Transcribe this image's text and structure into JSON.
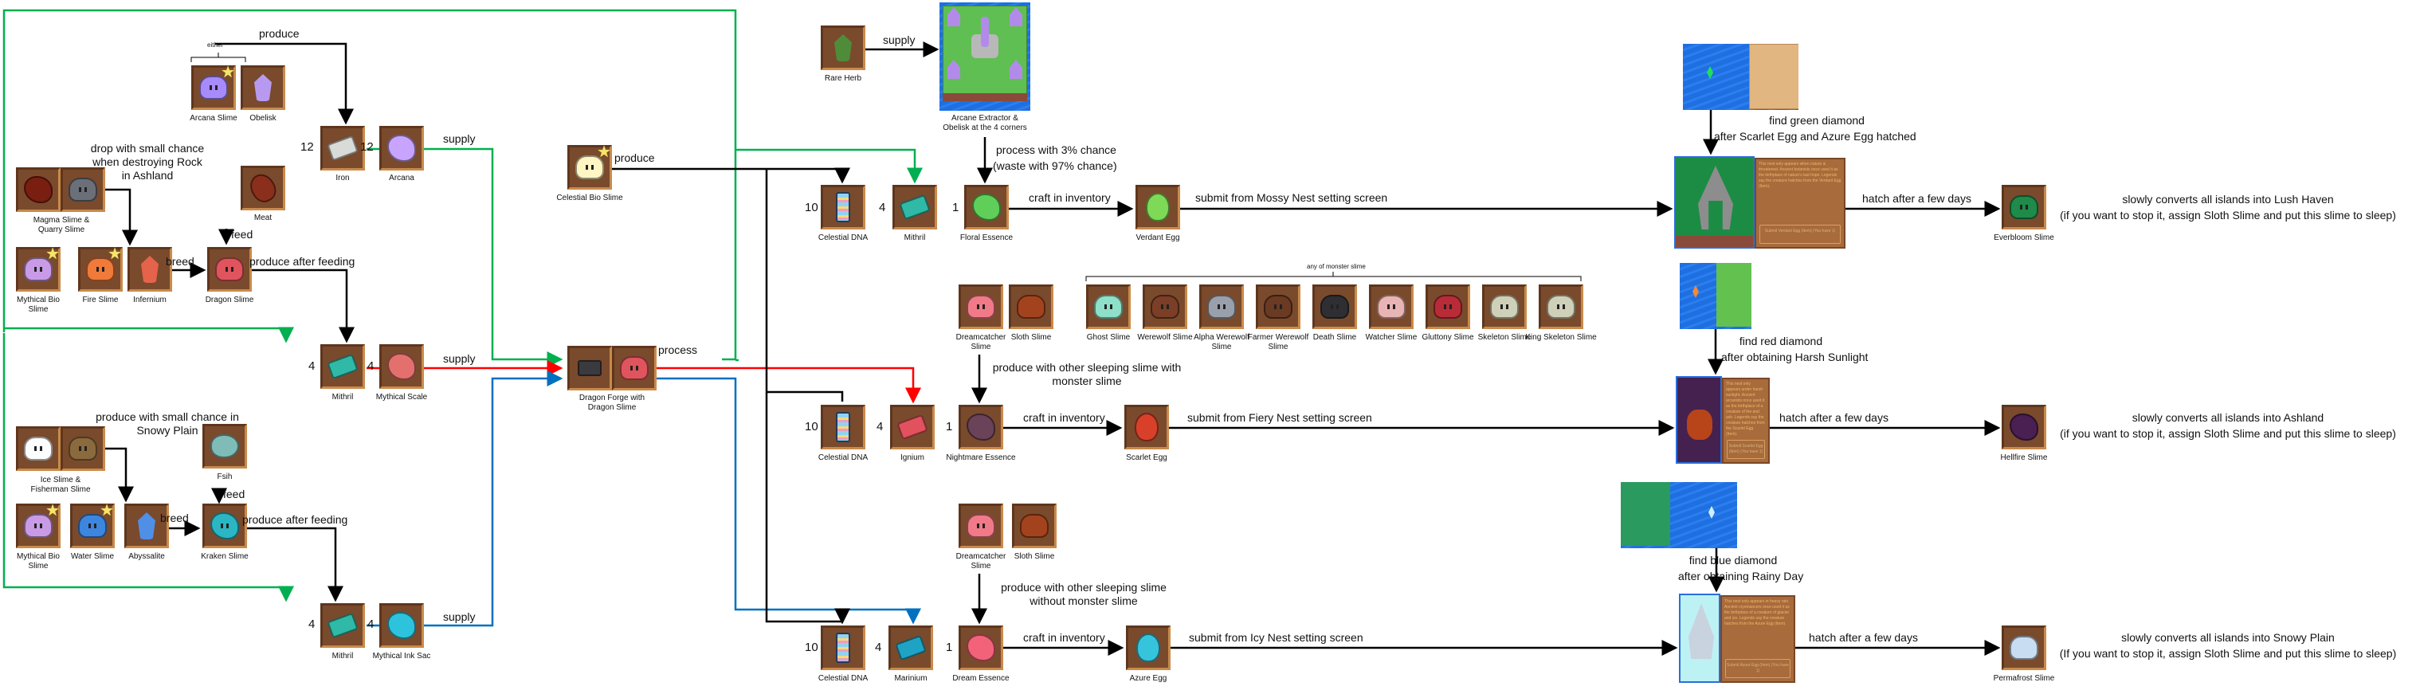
{
  "colors": {
    "tile_bg": "#7a4a2c",
    "line_black": "#000000",
    "line_green": "#00b050",
    "line_red": "#ff0000",
    "line_blue": "#0070c0"
  },
  "left": {
    "either_label": "either",
    "produce_label": "produce",
    "arcana_slime": "Arcana Slime",
    "obelisk": "Obelisk",
    "iron": {
      "qty": "12",
      "name": "Iron"
    },
    "arcana": {
      "qty": "12",
      "name": "Arcana"
    },
    "supply_arcana": "supply",
    "drop_note": "drop with small chance when destroying Rock in Ashland",
    "magma_quarry": "Magma Slime & Quarry Slime",
    "meat": "Meat",
    "feed1": "feed",
    "mythical_bio_1": "Mythical Bio Slime",
    "fire_slime": "Fire Slime",
    "infernium": "Infernium",
    "breed1": "breed",
    "dragon_slime": "Dragon Slime",
    "produce_after_feeding_1": "produce after feeding",
    "mithril_1": {
      "qty": "4",
      "name": "Mithril"
    },
    "mythical_scale": {
      "qty": "4",
      "name": "Mythical Scale"
    },
    "supply_scale": "supply",
    "snowy_note": "produce with small chance in Snowy Plain",
    "ice_fisherman": "Ice Slime & Fisherman Slime",
    "fish": "Fsih",
    "feed2": "feed",
    "mythical_bio_2": "Mythical Bio Slime",
    "water_slime": "Water Slime",
    "abyssalite": "Abyssalite",
    "breed2": "breed",
    "kraken_slime": "Kraken Slime",
    "produce_after_feeding_2": "produce after feeding",
    "mithril_2": {
      "qty": "4",
      "name": "Mithril"
    },
    "ink_sac": {
      "qty": "4",
      "name": "Mythical Ink Sac"
    },
    "supply_ink": "supply"
  },
  "middle": {
    "celestial_bio_slime": "Celestial Bio Slime",
    "produce_celestial": "produce",
    "dragon_forge": "Dragon Forge with Dragon Slime",
    "process": "process"
  },
  "rows": [
    {
      "id": "green",
      "dna": {
        "qty": "10",
        "name": "Celestial DNA"
      },
      "metal": {
        "qty": "4",
        "name": "Mithril"
      },
      "essence": {
        "qty": "1",
        "name": "Floral Essence"
      },
      "craft": "craft in inventory",
      "egg": "Verdant Egg",
      "submit": "submit from Mossy Nest setting screen",
      "find": "find green diamond",
      "find_cond": "after Scarlet Egg and Azure Egg hatched",
      "nest_text": "This nest only appears when nature is threatened. Ancient botanists once used it as the birthplace of nature's last hope. Legends say the creature hatches from the Verdant Egg (Item).",
      "nest_submit": "Submit Verdant Egg (Item) (You have 1)",
      "hatch": "hatch after a few days",
      "result": "Everbloom Slime",
      "effect": "slowly converts all islands into Lush Haven",
      "effect_note": "(if you want to stop it, assign Sloth Slime and put this slime to sleep)"
    },
    {
      "id": "red",
      "dna": {
        "qty": "10",
        "name": "Celestial DNA"
      },
      "metal": {
        "qty": "4",
        "name": "Ignium"
      },
      "essence": {
        "qty": "1",
        "name": "Nightmare Essence"
      },
      "essence_note": "produce with other sleeping slime with monster slime",
      "craft": "craft in inventory",
      "egg": "Scarlet Egg",
      "submit": "submit from Fiery Nest setting screen",
      "find": "find red diamond",
      "find_cond": "after obtaining Harsh Sunlight",
      "nest_text": "This nest only appears under harsh sunlight. Ancient arcanists once used it as the birthplace of a creature of fire and ash. Legends say the creature hatches from the Scarlet Egg (Item).",
      "nest_submit": "Submit Scarlet Egg (Item) (You have 1)",
      "hatch": "hatch after a few days",
      "result": "Hellfire Slime",
      "effect": "slowly converts all islands into Ashland",
      "effect_note": "(if you want to stop it, assign Sloth Slime and put this slime to sleep)"
    },
    {
      "id": "blue",
      "dna": {
        "qty": "10",
        "name": "Celestial DNA"
      },
      "metal": {
        "qty": "4",
        "name": "Marinium"
      },
      "essence": {
        "qty": "1",
        "name": "Dream Essence"
      },
      "essence_note": "produce with other sleeping slime without monster slime",
      "craft": "craft in inventory",
      "egg": "Azure Egg",
      "submit": "submit from Icy Nest setting screen",
      "find": "find blue diamond",
      "find_cond": "after obtaining Rainy Day",
      "nest_text": "This nest only appears in heavy rain. Ancient cryomancers once used it as the birthplace of a creature of glacier and ice. Legends say the creature hatches from the Azure Egg (Item).",
      "nest_submit": "Submit Azure Egg (Item) (You have 1)",
      "hatch": "hatch after a few days",
      "result": "Permafrost Slime",
      "effect": "slowly converts all islands into Snowy Plain",
      "effect_note": "(If you want to stop it, assign Sloth Slime and put this slime to sleep)"
    }
  ],
  "extractor": {
    "rare_herb": "Rare Herb",
    "supply": "supply",
    "name": "Arcane Extractor & Obelisk at the 4 corners",
    "process_chance": "process with 3% chance",
    "waste_chance": "(waste with 97% chance)"
  },
  "sleepers": {
    "dreamcatcher": "Dreamcatcher Slime",
    "sloth": "Sloth Slime",
    "any_monster": "any of monster slime",
    "monsters": [
      "Ghost Slime",
      "Werewolf Slime",
      "Alpha Werewolf Slime",
      "Farmer Werewolf Slime",
      "Death Slime",
      "Watcher Slime",
      "Gluttony Slime",
      "Skeleton Slime",
      "King Skeleton Slime"
    ]
  },
  "sleepers_blue": {
    "dreamcatcher": "Dreamcatcher Slime",
    "sloth": "Sloth Slime"
  }
}
